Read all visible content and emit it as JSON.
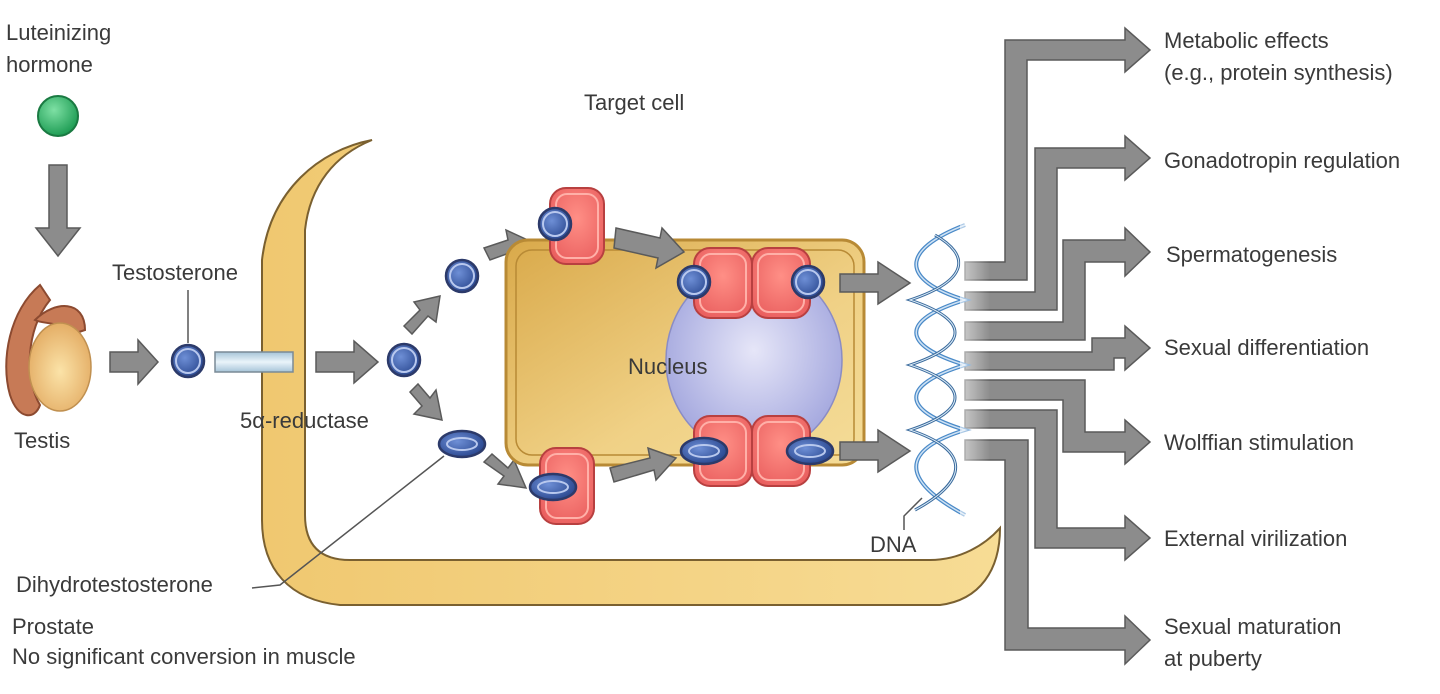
{
  "title": "Androgen action on target cell",
  "labels": {
    "lh_line1": "Luteinizing",
    "lh_line2": "hormone",
    "testis": "Testis",
    "testosterone": "Testosterone",
    "reductase": "5α-reductase",
    "target_cell": "Target cell",
    "nucleus": "Nucleus",
    "dna": "DNA",
    "dht": "Dihydrotestosterone",
    "prostate": "Prostate",
    "muscle_note": "No significant conversion in muscle"
  },
  "effects": [
    {
      "line1": "Metabolic effects",
      "line2": "(e.g., protein synthesis)"
    },
    {
      "line1": "Gonadotropin regulation",
      "line2": ""
    },
    {
      "line1": "Spermatogenesis",
      "line2": ""
    },
    {
      "line1": "Sexual differentiation",
      "line2": ""
    },
    {
      "line1": "Wolffian stimulation",
      "line2": ""
    },
    {
      "line1": "External virilization",
      "line2": ""
    },
    {
      "line1": "Sexual maturation",
      "line2": "at puberty"
    }
  ],
  "colors": {
    "arrow": "#8c8c8c",
    "membrane": "#f2cf7e",
    "cytoplasm": "#e8bf62",
    "nucleus": "#b7b9e6",
    "receptor": "#f07070",
    "hormone": "#3f5fa8",
    "lh": "#2fb56a",
    "dna": "#4a8ac8"
  }
}
